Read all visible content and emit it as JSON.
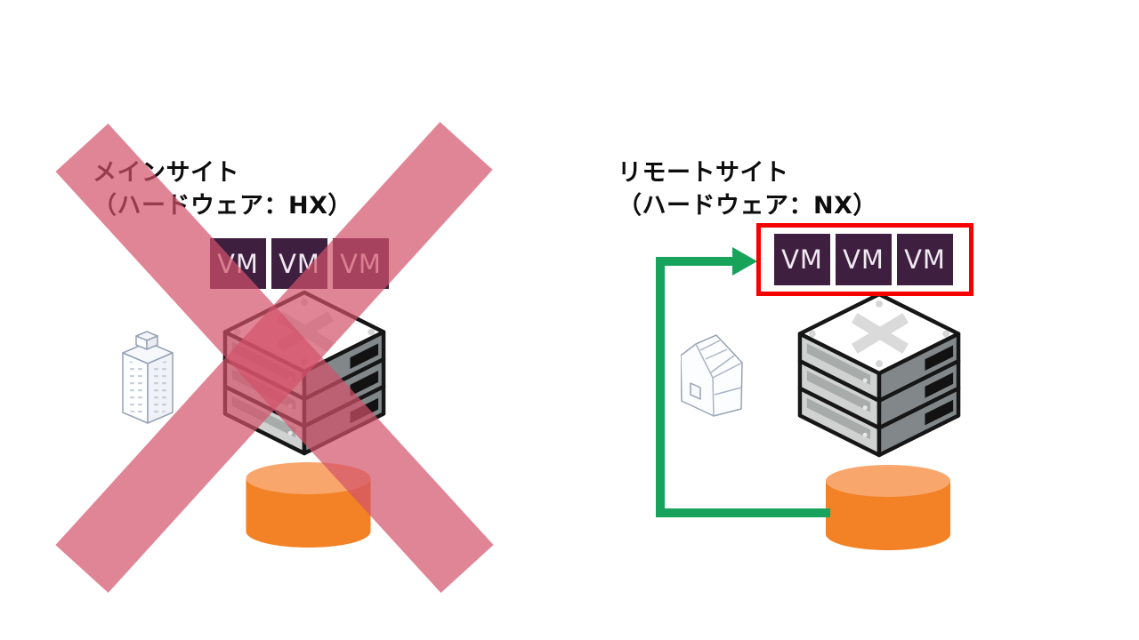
{
  "diagram": {
    "left_site": {
      "title_line1": "メインサイト",
      "title_line2": "（ハードウェア：HX）",
      "vms": [
        "VM",
        "VM",
        "VM"
      ],
      "status": "crossed-out"
    },
    "right_site": {
      "title_line1": "リモートサイト",
      "title_line2": "（ハードウェア：NX）",
      "vms": [
        "VM",
        "VM",
        "VM"
      ],
      "status": "highlighted"
    },
    "icons": {
      "left_site_marker": "building-icon",
      "right_site_marker": "house-icon",
      "compute_node": "server-stack-icon",
      "storage": "database-cylinder-icon",
      "failover": "arrow-right-icon",
      "outage": "cross-x-icon"
    },
    "colors": {
      "vm_box": "#3F1F40",
      "vm_text": "#EFE9F0",
      "cross_overlay": "#D35169",
      "highlight_border": "#F70000",
      "arrow_green": "#17A35B",
      "cylinder_body": "#F28225",
      "cylinder_top": "#F9A66C"
    }
  }
}
